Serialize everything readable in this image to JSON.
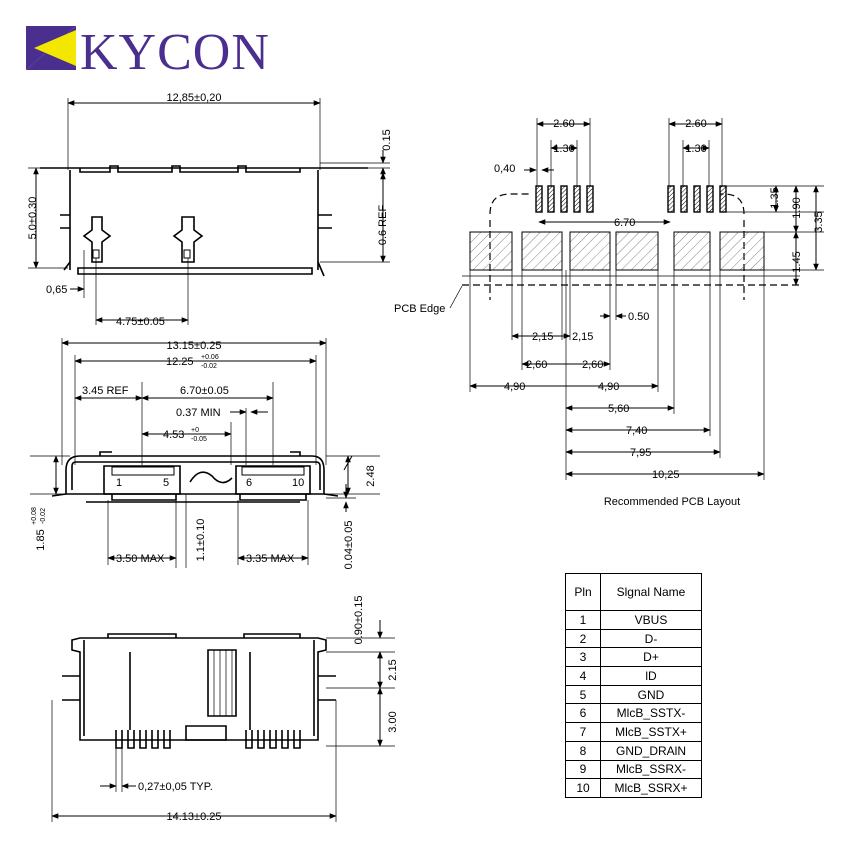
{
  "logo": {
    "text": "KYCON",
    "colors": {
      "purple": "#4a2f8f",
      "yellow": "#f3e600"
    }
  },
  "top_view": {
    "width": "12,85±0,20",
    "lip": "0.15",
    "height": "5.0±0.30",
    "ref": "0.6 REF",
    "edge": "0,65",
    "post_spacing": "4.75±0.05"
  },
  "front_view": {
    "overall": "13.15±0.25",
    "inner_main": "12.25",
    "inner_sup": "+0.06",
    "inner_sub": "-0.02",
    "ref": "3.45 REF",
    "pitch": "6.70±0.05",
    "min_gap": "0.37 MIN",
    "offset_main": "4.53",
    "offset_sup": "+0",
    "offset_sub": "-0.05",
    "height": "2.48",
    "side_main": "1.85",
    "side_sup": "+0.08",
    "side_sub": "-0.02",
    "tongue": "1.1±0.10",
    "standoff": "0.04±0.05",
    "left_max": "3.50 MAX",
    "right_max": "3.35 MAX",
    "pin_labels": [
      "1",
      "5",
      "6",
      "10"
    ]
  },
  "bottom_view": {
    "top_dim": "0.90±0.15",
    "mid_dim": "2.15",
    "low_dim": "3.00",
    "pin_width": "0,27±0,05 TYP.",
    "overall": "14.13±0.25"
  },
  "pcb": {
    "title": "Recommended PCB Layout",
    "edge_label": "PCB Edge",
    "pitch_a": "2.60",
    "pitch_b": "1.30",
    "pitch_c": "2.60",
    "pitch_d": "1.30",
    "pad_w": "0,40",
    "pad_span": "6.70",
    "r1": "1.35",
    "r2": "1.90",
    "r3": "3.35",
    "r4": "1.45",
    "d_050": "0.50",
    "d_215a": "2,15",
    "d_215b": "2,15",
    "d_260a": "2,60",
    "d_260b": "2,60",
    "d_490a": "4,90",
    "d_490b": "4,90",
    "d_560": "5,60",
    "d_740": "7,40",
    "d_795": "7,95",
    "d_1025": "10,25"
  },
  "table": {
    "header_pin": "Pln",
    "header_signal": "Slgnal Name",
    "rows": [
      {
        "pin": "1",
        "signal": "VBUS"
      },
      {
        "pin": "2",
        "signal": "D-"
      },
      {
        "pin": "3",
        "signal": "D+"
      },
      {
        "pin": "4",
        "signal": "lD"
      },
      {
        "pin": "5",
        "signal": "GND"
      },
      {
        "pin": "6",
        "signal": "MlcB_SSTX-"
      },
      {
        "pin": "7",
        "signal": "MlcB_SSTX+"
      },
      {
        "pin": "8",
        "signal": "GND_DRAlN"
      },
      {
        "pin": "9",
        "signal": "MlcB_SSRX-"
      },
      {
        "pin": "10",
        "signal": "MlcB_SSRX+"
      }
    ]
  }
}
